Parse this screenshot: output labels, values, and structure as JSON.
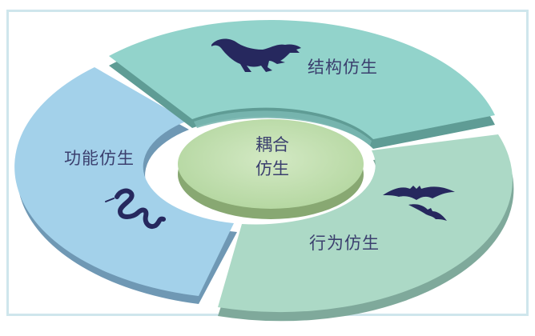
{
  "diagram": {
    "type": "ring-segment-diagram",
    "center": {
      "line1": "耦合",
      "line2": "仿生",
      "color": "#c2dfb0"
    },
    "segments": [
      {
        "id": "structure",
        "label": "结构仿生",
        "icon": "dinosaur-icon",
        "color": "#92d3cb",
        "side_color": "#5f9c95"
      },
      {
        "id": "behavior",
        "label": "行为仿生",
        "icon": "bats-icon",
        "color": "#acd9c6",
        "side_color": "#7fa99b"
      },
      {
        "id": "function",
        "label": "功能仿生",
        "icon": "snake-icon",
        "color": "#a3d1ea",
        "side_color": "#6f98b4"
      }
    ],
    "icon_color": "#26285e",
    "text_color": "#3b3f6e",
    "frame_color": "#cfe6ec"
  }
}
